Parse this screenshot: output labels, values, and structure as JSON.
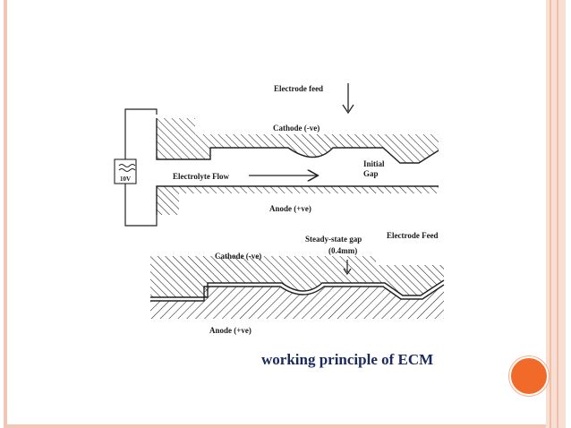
{
  "diagram": {
    "top": {
      "electrode_feed": "Electrode feed",
      "cathode": "Cathode (-ve)",
      "initial_gap_line1": "Initial",
      "initial_gap_line2": "Gap",
      "electrolyte_flow": "Electrolyte Flow",
      "anode": "Anode (+ve)",
      "power_source_voltage": "10V"
    },
    "bottom": {
      "steady_state_gap_line1": "Steady-state gap",
      "steady_state_gap_line2": "(0.4mm)",
      "electrode_feed": "Electrode Feed",
      "cathode": "Cathode (-ve)",
      "anode": "Anode (+ve)"
    },
    "caption": "working principle of ECM"
  },
  "colors": {
    "frame": "#f3c7b6",
    "accent_dot": "#f26a2a",
    "caption": "#1b2a5c"
  }
}
